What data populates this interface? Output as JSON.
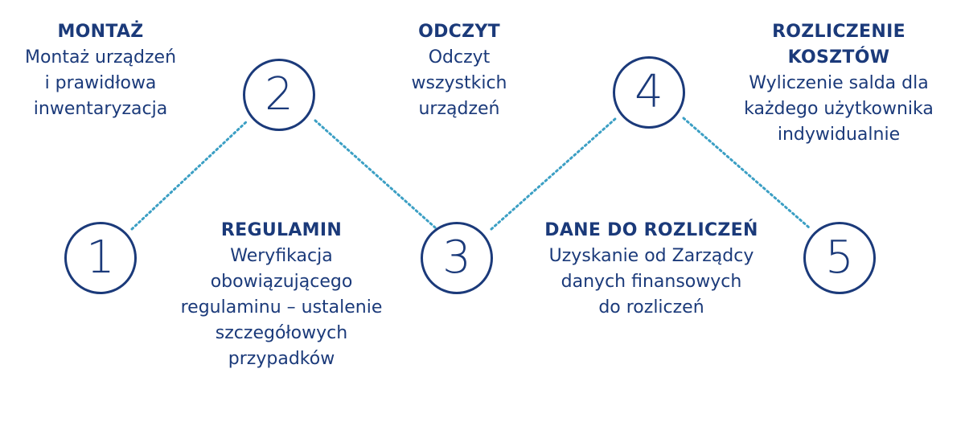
{
  "colors": {
    "primary": "#1b3a7a",
    "connector": "#3b9fc4"
  },
  "steps": [
    {
      "number": "1",
      "title": "REGULAMIN",
      "desc_lines": [
        "Weryfikacja",
        "obowiązującego",
        "regulaminu – ustalenie",
        "szczegółowych",
        "przypadków"
      ]
    },
    {
      "number": "2",
      "title": "MONTAŻ",
      "desc_lines": [
        "Montaż urządzeń",
        "i prawidłowa",
        "inwentaryzacja"
      ]
    },
    {
      "number": "3",
      "title": "ODCZYT",
      "desc_lines": [
        "Odczyt",
        "wszystkich",
        "urządzeń"
      ]
    },
    {
      "number": "4",
      "title_lines": [
        "ROZLICZENIE",
        "KOSZTÓW"
      ],
      "desc_lines": [
        "Wyliczenie salda dla",
        "każdego użytkownika",
        "indywidualnie"
      ]
    },
    {
      "number": "5",
      "title": "DANE DO ROZLICZEŃ",
      "desc_lines": [
        "Uzyskanie od Zarządcy",
        "danych finansowych",
        "do rozliczeń"
      ]
    }
  ]
}
